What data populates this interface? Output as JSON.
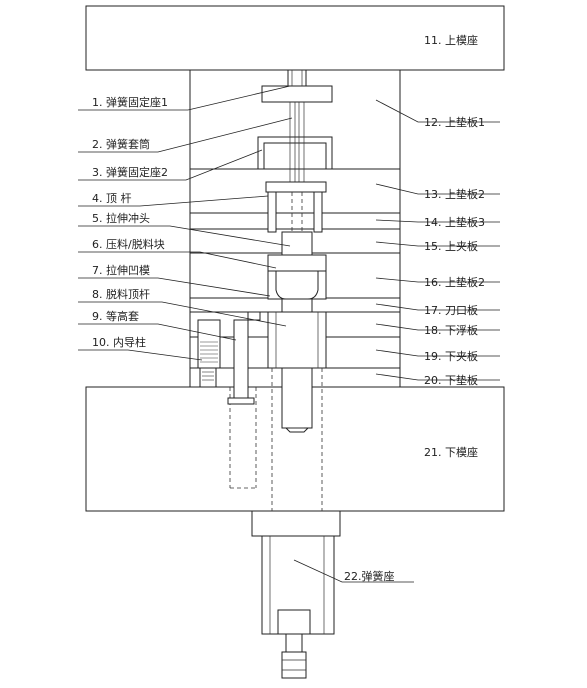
{
  "labels_left": [
    {
      "id": "1",
      "text": "1. 弹簧固定座1"
    },
    {
      "id": "2",
      "text": "2. 弹簧套筒"
    },
    {
      "id": "3",
      "text": "3. 弹簧固定座2"
    },
    {
      "id": "4",
      "text": "4. 顶    杆"
    },
    {
      "id": "5",
      "text": "5. 拉伸冲头"
    },
    {
      "id": "6",
      "text": "6. 压料/脱料块"
    },
    {
      "id": "7",
      "text": "7. 拉伸凹模"
    },
    {
      "id": "8",
      "text": "8. 脱料顶杆"
    },
    {
      "id": "9",
      "text": "9. 等高套"
    },
    {
      "id": "10",
      "text": "10. 内导柱"
    }
  ],
  "labels_right": [
    {
      "id": "11",
      "text": "11. 上模座"
    },
    {
      "id": "12",
      "text": "12. 上垫板1"
    },
    {
      "id": "13",
      "text": "13. 上垫板2"
    },
    {
      "id": "14",
      "text": "14. 上垫板3"
    },
    {
      "id": "15",
      "text": "15. 上夹板"
    },
    {
      "id": "16",
      "text": "16. 上垫板2"
    },
    {
      "id": "17",
      "text": "17. 刀口板"
    },
    {
      "id": "18",
      "text": "18. 下浮板"
    },
    {
      "id": "19",
      "text": "19. 下夹板"
    },
    {
      "id": "20",
      "text": "20. 下垫板"
    },
    {
      "id": "21",
      "text": "21. 下模座"
    },
    {
      "id": "22",
      "text": "22.弹簧座"
    }
  ]
}
